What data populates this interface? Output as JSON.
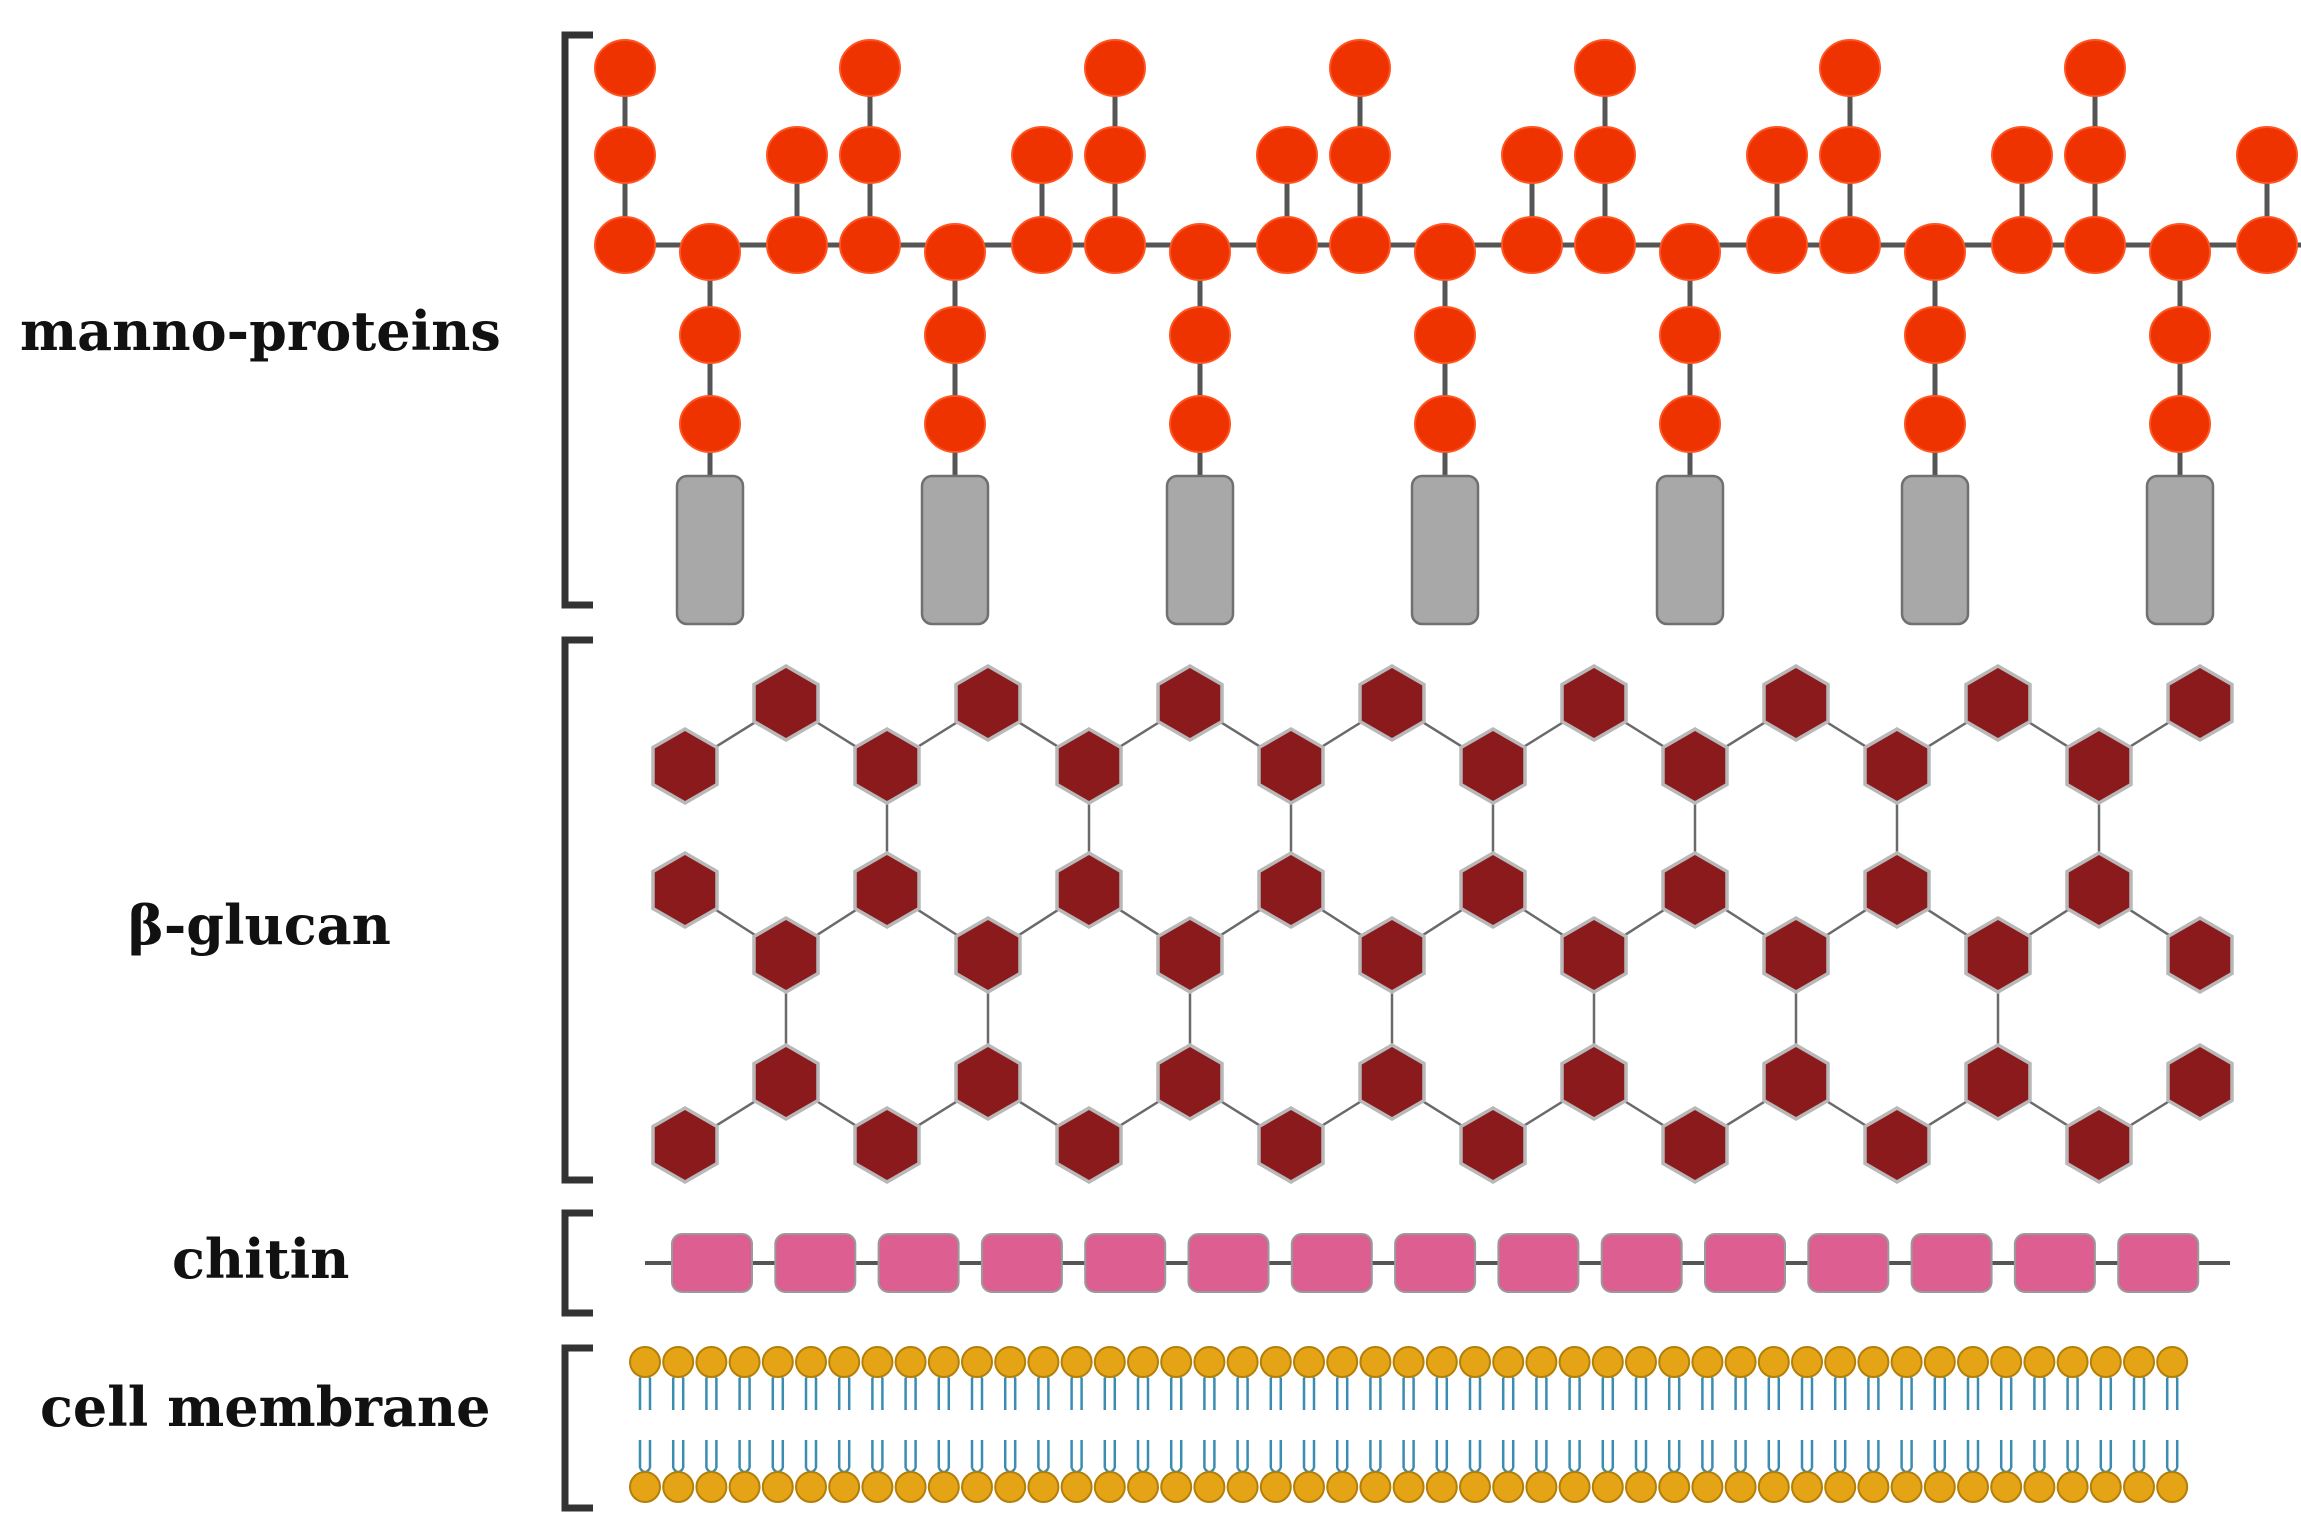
{
  "labels": {
    "mannoproteins": "manno-proteins",
    "glucan": "β-glucan",
    "chitin": "chitin",
    "membrane": "cell membrane"
  },
  "colors": {
    "mannose": "#EE3300",
    "mannose_outline": "#FF5522",
    "protein": "#A8A8A8",
    "protein_outline": "#707070",
    "glucose": "#8A1A1C",
    "glucose_outline": "#B8B8B8",
    "chitin_unit": "#DD5E91",
    "chitin_outline": "#9A9A9A",
    "lipid_head": "#E4A416",
    "lipid_head_outline": "#B37E0A",
    "lipid_tail": "#3A8CB0",
    "linker": "#555555",
    "bracket": "#333333",
    "text": "#111111"
  },
  "counts": {
    "mannoprotein_units": 7,
    "glucose_per_row": 8,
    "chitin_units": 15,
    "lipids_per_leaflet": 47
  }
}
